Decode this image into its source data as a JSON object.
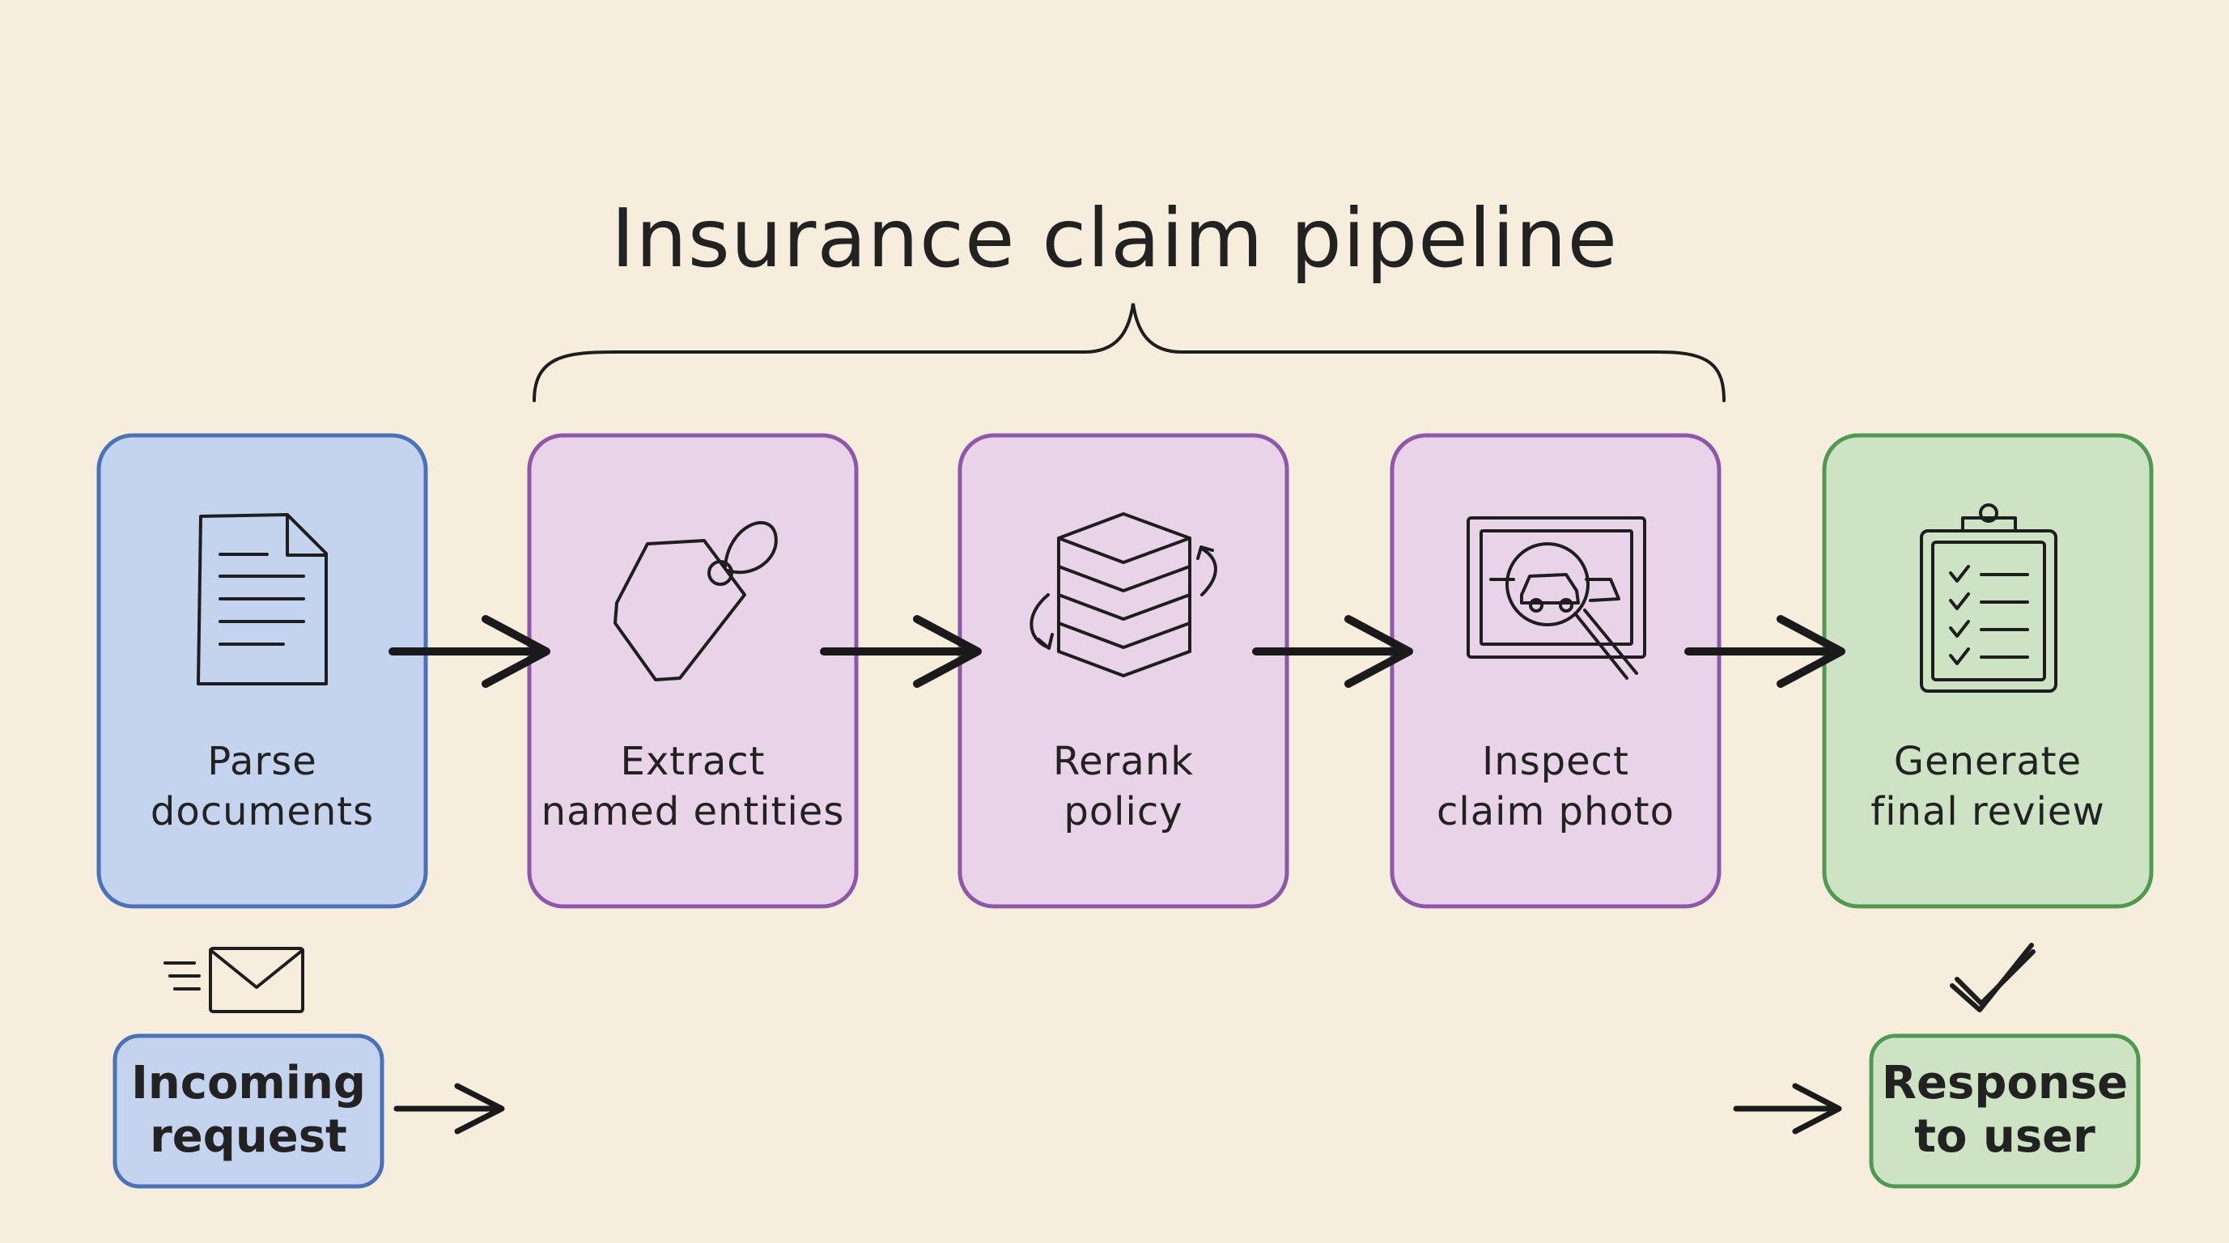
{
  "title": "Insurance claim pipeline",
  "steps": [
    {
      "line1": "Parse",
      "line2": "documents",
      "icon": "document-icon"
    },
    {
      "line1": "Extract",
      "line2": "named entities",
      "icon": "tag-icon"
    },
    {
      "line1": "Rerank",
      "line2": "policy",
      "icon": "stack-rerank-icon"
    },
    {
      "line1": "Inspect",
      "line2": "claim photo",
      "icon": "photo-magnifier-icon"
    },
    {
      "line1": "Generate",
      "line2": "final review",
      "icon": "clipboard-checklist-icon"
    }
  ],
  "input": {
    "line1": "Incoming",
    "line2": "request",
    "icon": "envelope-icon"
  },
  "output": {
    "line1": "Response",
    "line2": "to user",
    "icon": "checkmark-icon"
  },
  "colors": {
    "background": "#f6eddc",
    "blue_fill": "#c4d3ee",
    "blue_stroke": "#4a72b8",
    "purple_fill": "#e9d3e8",
    "purple_stroke": "#8e58aa",
    "green_fill": "#cde3c4",
    "green_stroke": "#4f9a52",
    "ink": "#1e1e1e"
  }
}
